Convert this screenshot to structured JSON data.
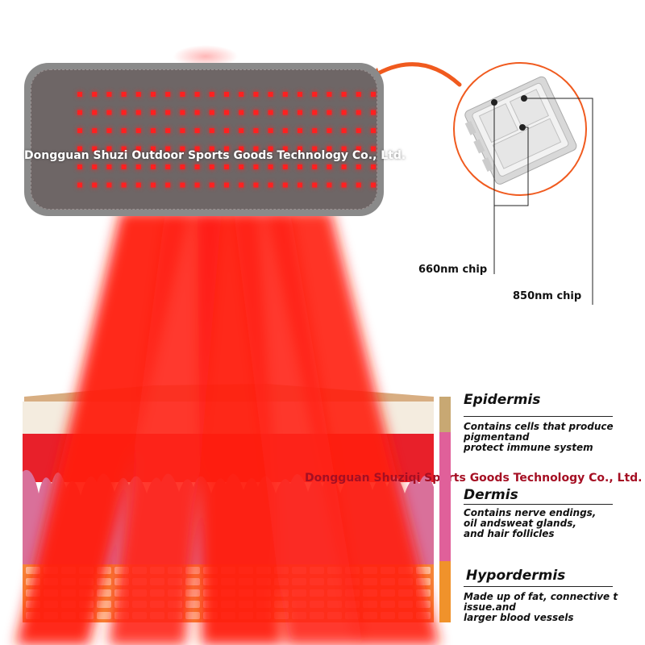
{
  "watermarks": {
    "top": "Dongguan Shuzi Outdoor Sports Goods Technology Co., Ltd.",
    "middle": "Dongguan Shuziqi Sports Goods Technology Co., Ltd."
  },
  "chip_labels": {
    "chip_660": "660nm chip",
    "chip_850": "850nm chip"
  },
  "layers": {
    "epidermis": {
      "title": "Epidermis",
      "desc_1": "Contains cells that produce",
      "desc_2": "pigmentand",
      "desc_3": "protect immune system",
      "color": "#c8a873"
    },
    "dermis": {
      "title": "Dermis",
      "desc_1": "Contains nerve endings,",
      "desc_2": "oil andsweat glands,",
      "desc_3": "and hair follicles",
      "color": "#e0609a"
    },
    "hypodermis": {
      "title": "Hypordermis",
      "desc_1": "Made up of fat, connective t",
      "desc_2": "issue.and",
      "desc_3": "larger blood vessels",
      "color": "#f0922b"
    }
  },
  "colors": {
    "led_red": "#ff2020",
    "beam_red": "#ff1a10",
    "arrow_orange": "#f05a1e"
  }
}
